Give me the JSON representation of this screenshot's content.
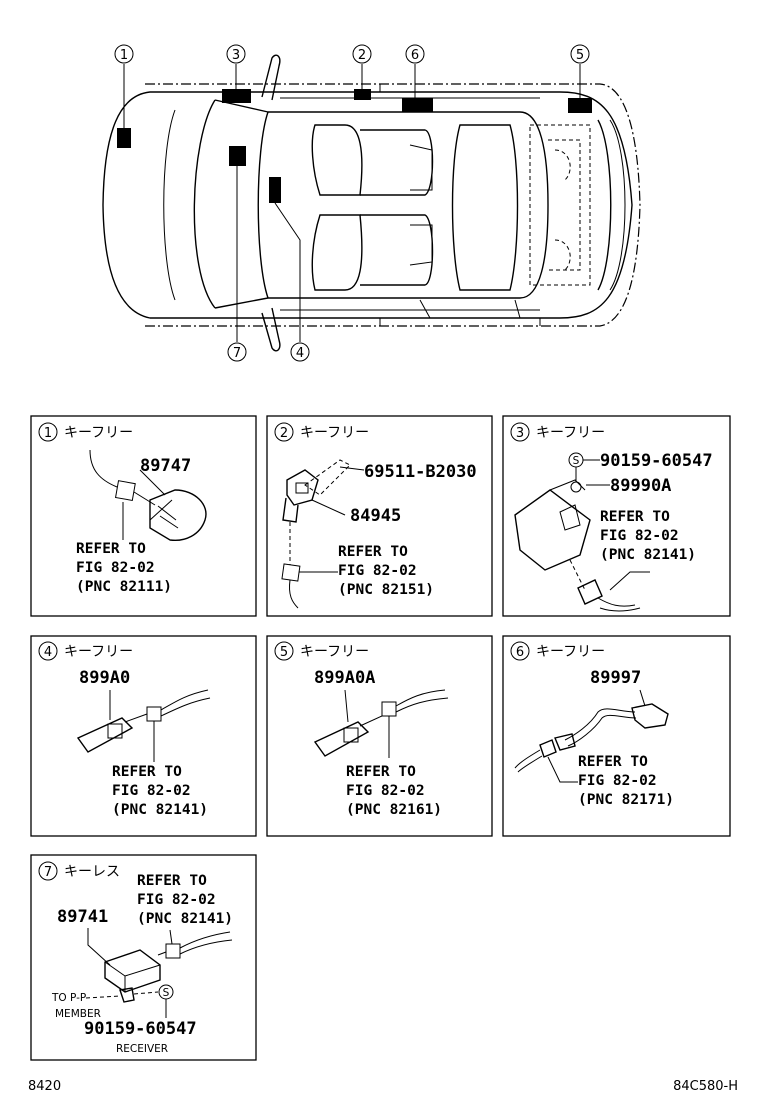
{
  "overview": {
    "callouts": [
      "1",
      "2",
      "3",
      "4",
      "5",
      "6",
      "7"
    ]
  },
  "panels": [
    {
      "num": "1",
      "title": "キーフリー",
      "parts": [
        "89747"
      ],
      "refer": [
        "REFER TO",
        "FIG 82-02",
        "(PNC 82111)"
      ]
    },
    {
      "num": "2",
      "title": "キーフリー",
      "parts": [
        "69511-B2030",
        "84945"
      ],
      "refer": [
        "REFER TO",
        "FIG 82-02",
        "(PNC 82151)"
      ]
    },
    {
      "num": "3",
      "title": "キーフリー",
      "parts": [
        "90159-60547",
        "89990A"
      ],
      "refer": [
        "REFER TO",
        "FIG 82-02",
        "(PNC 82141)"
      ],
      "symbol": "S"
    },
    {
      "num": "4",
      "title": "キーフリー",
      "parts": [
        "899A0"
      ],
      "refer": [
        "REFER TO",
        "FIG 82-02",
        "(PNC 82141)"
      ]
    },
    {
      "num": "5",
      "title": "キーフリー",
      "parts": [
        "899A0A"
      ],
      "refer": [
        "REFER TO",
        "FIG 82-02",
        "(PNC 82161)"
      ]
    },
    {
      "num": "6",
      "title": "キーフリー",
      "parts": [
        "89997"
      ],
      "refer": [
        "REFER TO",
        "FIG 82-02",
        "(PNC 82171)"
      ]
    },
    {
      "num": "7",
      "title": "キーレス",
      "parts": [
        "89741",
        "90159-60547"
      ],
      "refer": [
        "REFER TO",
        "FIG 82-02",
        "(PNC 82141)"
      ],
      "symbol": "S",
      "notes": [
        "TO P-P",
        "MEMBER",
        "RECEIVER"
      ]
    }
  ],
  "footer": {
    "left": "8420",
    "right": "84C580-H"
  }
}
